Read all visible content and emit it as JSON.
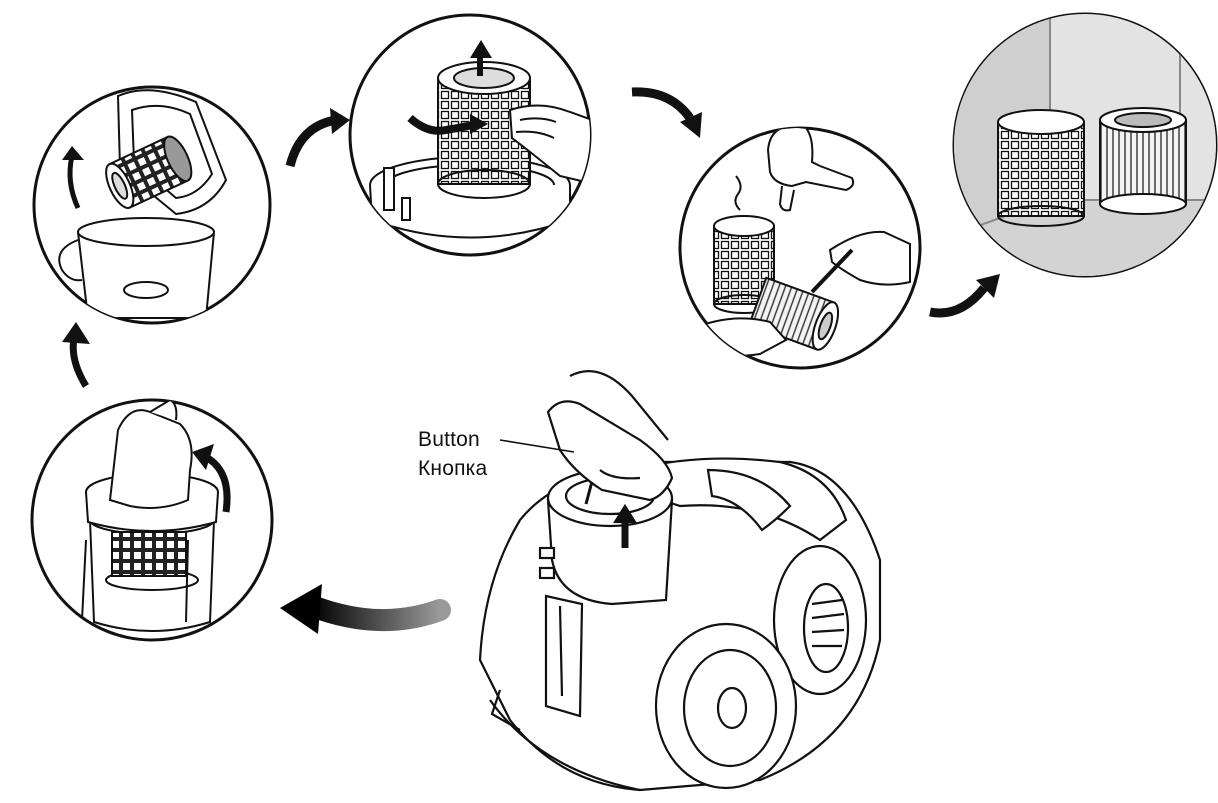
{
  "callout": {
    "label_en": "Button",
    "label_ru": "Кнопка"
  },
  "steps": [
    {
      "name": "lift-dust-container"
    },
    {
      "name": "open-lid-remove-filter"
    },
    {
      "name": "twist-separate-mesh"
    },
    {
      "name": "wash-filter-under-tap"
    },
    {
      "name": "dry-filter-parts"
    }
  ],
  "colors": {
    "line": "#111111",
    "paper": "#ffffff",
    "shade": "#d9d9d9",
    "dark_arrow": "#1a1a1a"
  }
}
